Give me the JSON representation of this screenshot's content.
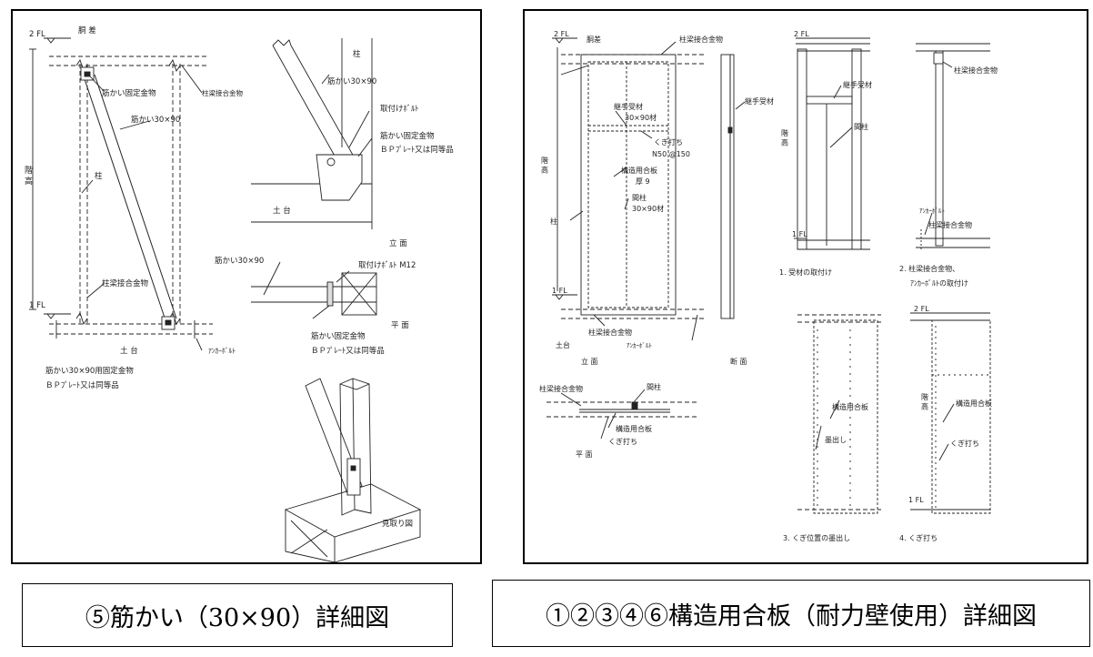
{
  "left": {
    "elevation": {
      "fl2": "2 FL",
      "fl1": "1 FL",
      "dobuchi": "胴 差",
      "height": "階 高",
      "hashira": "柱",
      "dodai": "土 台",
      "bracket": "筋かい固定金物",
      "brace_size": "筋かい30×90",
      "column_beam": "柱梁接合金物",
      "column_beam_lower": "柱梁接合金物",
      "anchor": "ｱﾝｶｰﾎﾞﾙﾄ",
      "note1": "筋かい30×90用固定金物",
      "note2": "ＢＰﾌﾟﾚｰﾄ又は同等品"
    },
    "detail": {
      "hashira": "柱",
      "brace": "筋かい30×90",
      "bolt": "取付けﾎﾞﾙﾄ",
      "bracket": "筋かい固定金物",
      "bp": "ＢＰﾌﾟﾚｰﾄ又は同等品",
      "dodai": "土 台",
      "view": "立 面"
    },
    "plan": {
      "brace": "筋かい30×90",
      "bolt": "取付けﾎﾞﾙﾄ M12",
      "bracket": "筋かい固定金物",
      "bp": "ＢＰﾌﾟﾚｰﾄ又は同等品",
      "view": "平 面"
    },
    "iso": {
      "view": "見取り図"
    }
  },
  "right": {
    "elevation": {
      "fl2": "2 FL",
      "fl1": "1 FL",
      "dobuchi": "胴差",
      "height": "階 高",
      "hashira": "柱",
      "dodai": "土台",
      "column_beam_top": "柱梁接合金物",
      "tsugite": "継手受材",
      "tsugite_size": "30×90材",
      "nailing": "くぎ打ち",
      "nail_spec": "N50 @150",
      "plywood": "構造用合板",
      "thickness": "厚 9",
      "mabashira": "間柱",
      "mabashira_size": "30×90材",
      "column_beam_bottom": "柱梁接合金物",
      "anchor": "ｱﾝｶｰﾎﾞﾙﾄ",
      "view": "立 面"
    },
    "section": {
      "tsugite": "継手受材",
      "view": "断 面"
    },
    "plan": {
      "column_beam": "柱梁接合金物",
      "mabashira": "間柱",
      "plywood": "構造用合板",
      "nailing": "くぎ打ち",
      "view": "平 面"
    },
    "d1": {
      "fl2": "2 FL",
      "fl1": "1 FL",
      "tsugite": "継手受材",
      "mabashira": "間柱",
      "height": "階 高",
      "caption": "1. 受材の取付け"
    },
    "d2": {
      "column_beam_top": "柱梁接合金物",
      "anchor": "ｱﾝｶｰﾎﾞﾙﾄ",
      "column_beam_bottom": "柱梁接合金物",
      "caption1": "2. 柱梁接合金物、",
      "caption2": "ｱﾝｶｰﾎﾞﾙﾄの取付け"
    },
    "d3": {
      "plywood": "構造用合板",
      "marking": "墨出し",
      "caption": "3. くぎ位置の墨出し"
    },
    "d4": {
      "fl2": "2 FL",
      "fl1": "1 FL",
      "height": "階 高",
      "plywood": "構造用合板",
      "nailing": "くぎ打ち",
      "caption": "4. くぎ打ち"
    }
  },
  "captions": {
    "left": "⑤筋かい（30×90）詳細図",
    "right": "①②③④⑥構造用合板（耐力壁使用）詳細図"
  }
}
